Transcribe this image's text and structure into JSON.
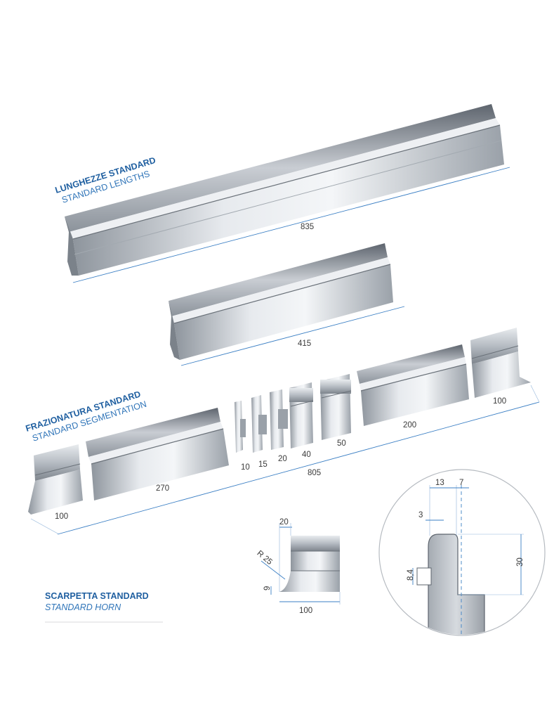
{
  "sections": {
    "lengths": {
      "title_it": "LUNGHEZZE STANDARD",
      "title_en": "STANDARD LENGTHS"
    },
    "segmentation": {
      "title_it": "FRAZIONATURA STANDARD",
      "title_en": "STANDARD SEGMENTATION"
    },
    "horn": {
      "title_it": "SCARPETTA STANDARD",
      "title_en": "STANDARD HORN"
    }
  },
  "lengths": {
    "long": "835",
    "short": "415"
  },
  "segments": {
    "pieces": [
      "100",
      "270",
      "10",
      "15",
      "20",
      "40",
      "50",
      "200",
      "100"
    ],
    "total": "805"
  },
  "horn_dims": {
    "top": "20",
    "radius": "R 25",
    "height": "9",
    "width": "100"
  },
  "detail_dims": {
    "d1": "13",
    "d2": "7",
    "d3": "3",
    "d4": "8,4",
    "d5": "30"
  },
  "colors": {
    "accent": "#1f5fa0",
    "dimension": "#3b7fc4",
    "steel": "#b8bec6"
  }
}
